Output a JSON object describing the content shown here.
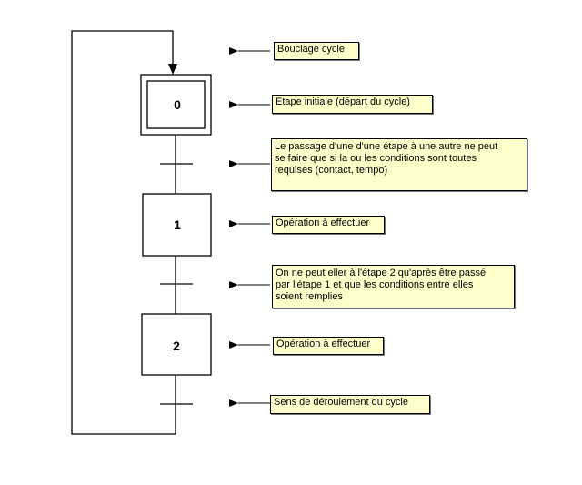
{
  "steps": [
    {
      "label": "0",
      "initial": true
    },
    {
      "label": "1",
      "initial": false
    },
    {
      "label": "2",
      "initial": false
    }
  ],
  "annotations": {
    "bouclage": "Bouclage cycle",
    "etape_initiale": "Etape initiale (départ du cycle)",
    "passage": "Le passage d'une d'une étape à une autre ne peut\nse faire que si la ou les conditions sont toutes\nrequises (contact, tempo)",
    "operation_1": "Opération à effectuer",
    "condition_etape_2": "On ne peut eller à l'étape 2 qu'après être passé\npar l'étape 1 et que les conditions entre elles\nsoient remplies",
    "operation_2": "Opération à effectuer",
    "sens": "Sens de déroulement du cycle"
  },
  "colors": {
    "note_background": "#ffffcc",
    "line": "#000000"
  }
}
